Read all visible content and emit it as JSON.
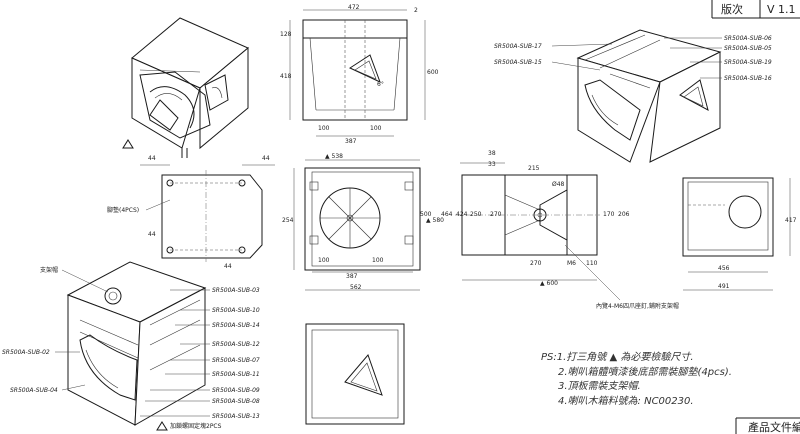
{
  "title_block": {
    "version_label": "版次",
    "version_value": "V 1.1",
    "doc_label": "產品文件編"
  },
  "notes": [
    "PS:1.打三角號 ▲ 為必要檢驗尺寸.",
    "2.喇叭箱體噴漆後底部需裝腳墊(4pcs).",
    "3.頂板需裝支架帽.",
    "4.喇叭木箱料號為: NC00230."
  ],
  "iso_top_right_parts": [
    "SR500A-SUB-17",
    "SR500A-SUB-15",
    "SR500A-SUB-06",
    "SR500A-SUB-05",
    "SR500A-SUB-19",
    "SR500A-SUB-16"
  ],
  "iso_bottom_left_parts_right": [
    "SR500A-SUB-03",
    "SR500A-SUB-10",
    "SR500A-SUB-14",
    "SR500A-SUB-12",
    "SR500A-SUB-07",
    "SR500A-SUB-11",
    "SR500A-SUB-09",
    "SR500A-SUB-08",
    "SR500A-SUB-13"
  ],
  "iso_bottom_left_parts_left": [
    "SR500A-SUB-02",
    "SR500A-SUB-04"
  ],
  "callouts": {
    "bracket_cap": "支架帽",
    "foot_pad": "腳墊(4PCS)",
    "handle_screw": "加鎖螺固定塊2PCS",
    "rear_insert": "內覽4-M6四爪座釘,鋪附支架帽"
  },
  "dims": {
    "top_view": {
      "w": "472",
      "h": "600",
      "h1": "128",
      "h2": "418",
      "small": "2",
      "b1": "100",
      "b2": "100",
      "b3": "387",
      "ang": "6°"
    },
    "bottom_view": {
      "a": "44",
      "b": "44",
      "c": "44",
      "d": "44"
    },
    "front_view": {
      "top": "▲ 538",
      "h": "254",
      "h2": "▲ 580",
      "b1": "100",
      "b2": "100",
      "b3": "387",
      "b4": "562"
    },
    "side_view": {
      "t1": "38",
      "t2": "33",
      "t3": "215",
      "dia": "Ø48",
      "v1": "500",
      "v2": "464",
      "v3": "424",
      "v4": "250",
      "v5": "270",
      "v6": "170",
      "v7": "206",
      "b1": "270",
      "b2": "M6",
      "b3": "110",
      "b4": "▲ 600"
    },
    "rear_view": {
      "h": "417",
      "w1": "456",
      "w2": "491"
    }
  }
}
